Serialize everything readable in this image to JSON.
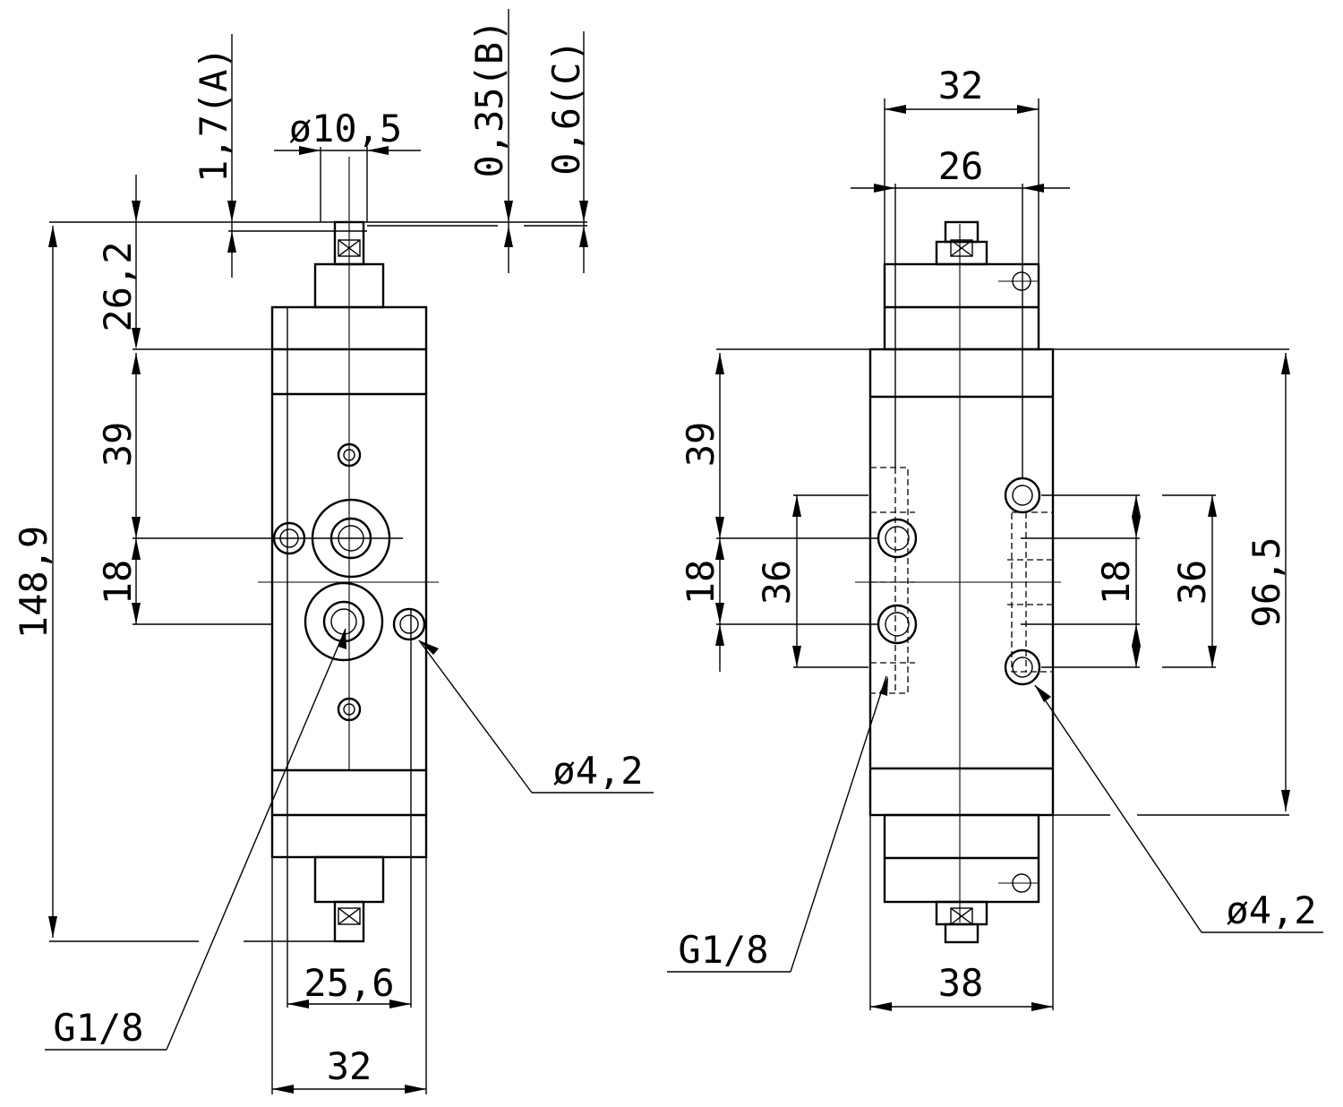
{
  "left_view": {
    "dim_a": "1,7(A)",
    "dim_b": "0,35(B)",
    "dim_c": "0,6(C)",
    "dia_actuator": "ø10,5",
    "dim_actuator_height": "26,2",
    "dim_39": "39",
    "dim_18": "18",
    "dim_overall": "148,9",
    "dim_hole_spacing": "25,6",
    "dim_width": "32",
    "label_port": "G1/8",
    "label_mount_hole": "ø4,2"
  },
  "right_view": {
    "dim_top_width": "32",
    "dim_inner_width": "26",
    "dim_39": "39",
    "dim_18_left": "18",
    "dim_36_left": "36",
    "dim_18_right": "18",
    "dim_36_right": "36",
    "dim_96_5": "96,5",
    "dim_body_width": "38",
    "label_port": "G1/8",
    "label_mount_hole": "ø4,2"
  }
}
